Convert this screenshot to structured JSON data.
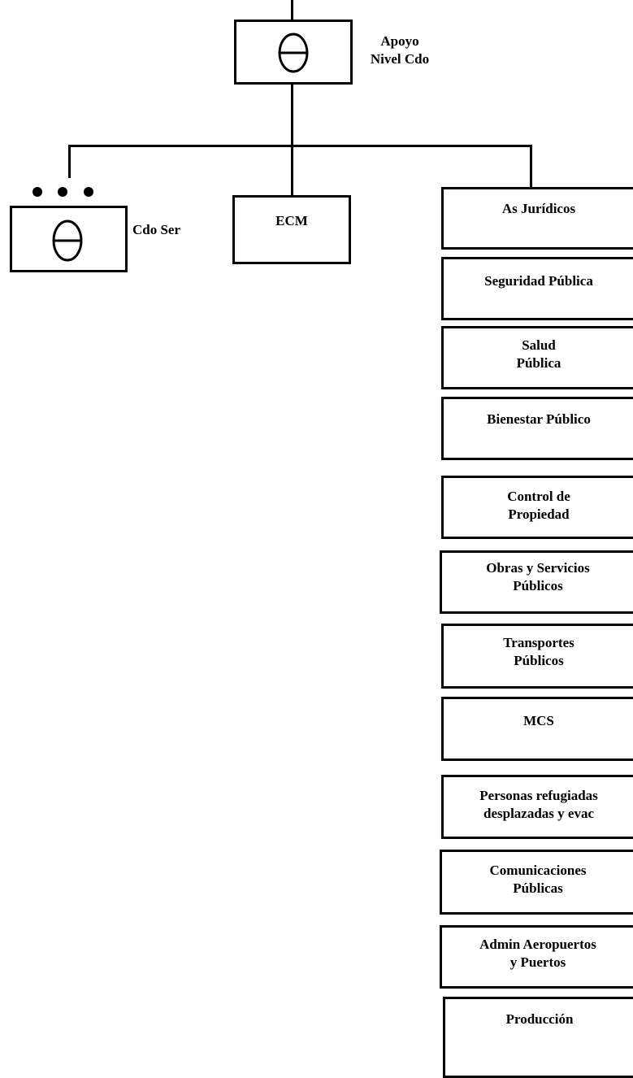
{
  "top_unit": {
    "label": "Apoyo\nNivel Cdo",
    "symbol": "theta"
  },
  "left_unit": {
    "label": "Cdo Ser",
    "symbol": "theta",
    "size_indicator": "•••"
  },
  "center_box": {
    "label": "ECM"
  },
  "staff_sections": [
    {
      "label": "As Jurídicos"
    },
    {
      "label": "Seguridad Pública"
    },
    {
      "label": "Salud\nPública"
    },
    {
      "label": "Bienestar Público"
    },
    {
      "label": "Control de\nPropiedad"
    },
    {
      "label": "Obras y Servicios\nPúblicos"
    },
    {
      "label": "Transportes\nPúblicos"
    },
    {
      "label": "MCS"
    },
    {
      "label": "Personas refugiadas\ndesplazadas y evac"
    },
    {
      "label": "Comunicaciones\nPúblicas"
    },
    {
      "label": "Admin Aeropuertos\ny Puertos"
    },
    {
      "label": "Producción"
    }
  ]
}
